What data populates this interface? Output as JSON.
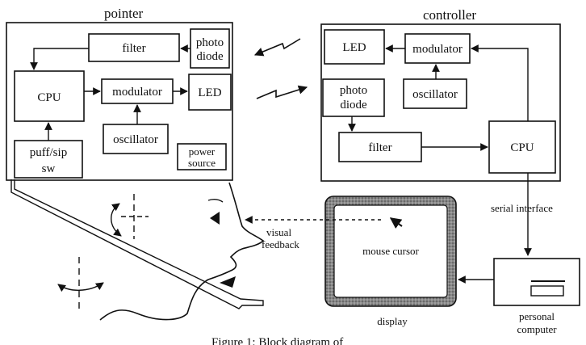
{
  "labels": {
    "pointer_title": "pointer",
    "controller_title": "controller",
    "pointer": {
      "filter": "filter",
      "photo_diode_line1": "photo",
      "photo_diode_line2": "diode",
      "cpu": "CPU",
      "modulator": "modulator",
      "led": "LED",
      "oscillator": "oscillator",
      "puff_line1": "puff/sip",
      "puff_line2": "sw",
      "power_line1": "power",
      "power_line2": "source"
    },
    "controller": {
      "led": "LED",
      "modulator": "modulator",
      "oscillator": "oscillator",
      "photo_diode_line1": "photo",
      "photo_diode_line2": "diode",
      "filter": "filter",
      "cpu": "CPU"
    },
    "serial_interface": "serial interface",
    "visual_feedback_line1": "visual",
    "visual_feedback_line2": "feedback",
    "mouse_cursor": "mouse cursor",
    "display": "display",
    "personal_computer_line1": "personal",
    "personal_computer_line2": "computer",
    "caption": "Figure 1: Block diagram of"
  }
}
